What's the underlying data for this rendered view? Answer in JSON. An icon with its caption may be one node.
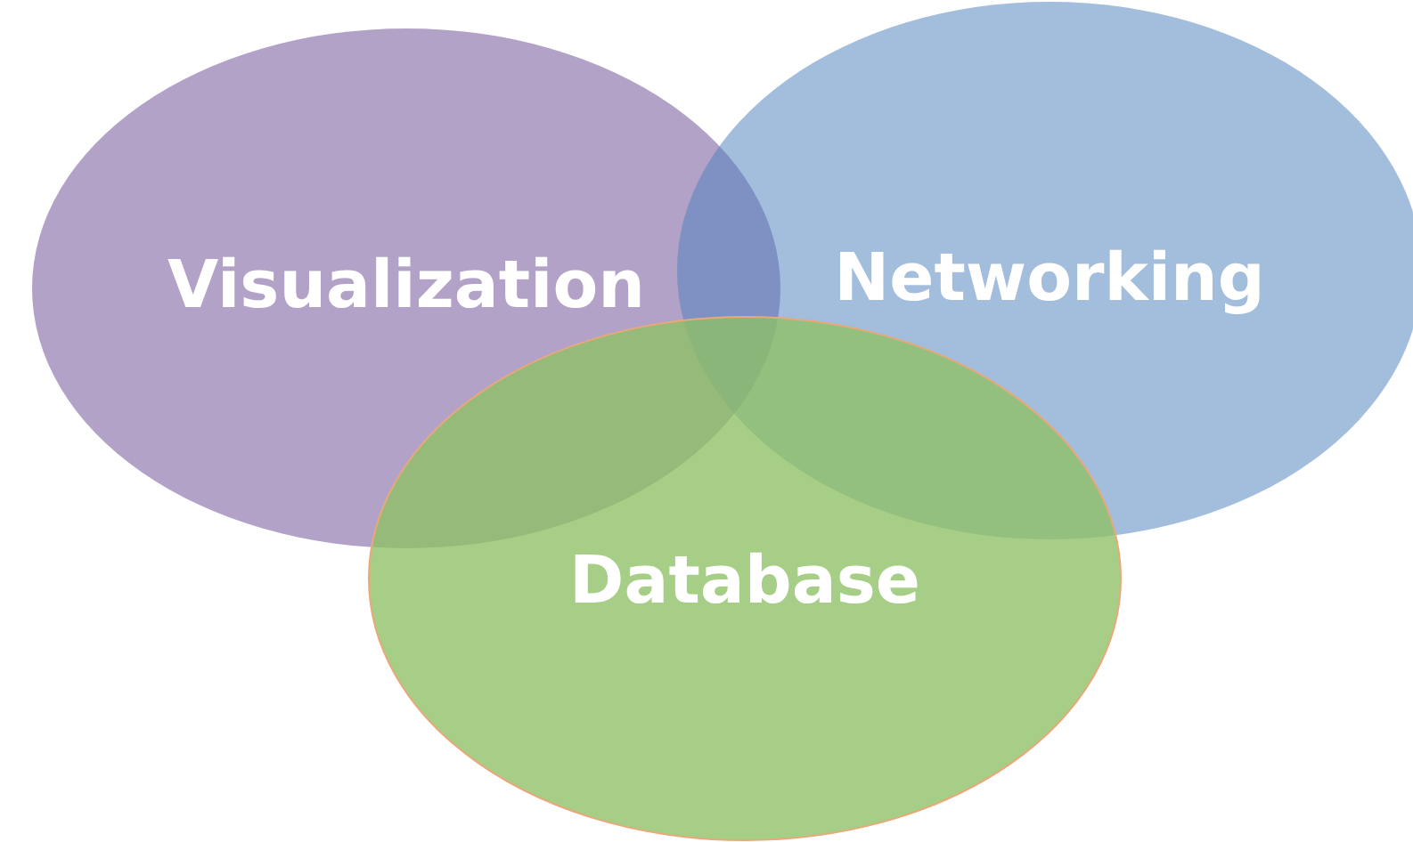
{
  "diagram": {
    "nodes": [
      {
        "text": [
          "Visualization"
        ]
      },
      {
        "text": [
          "Networking"
        ]
      },
      {
        "text": [
          "Database"
        ]
      }
    ]
  }
}
